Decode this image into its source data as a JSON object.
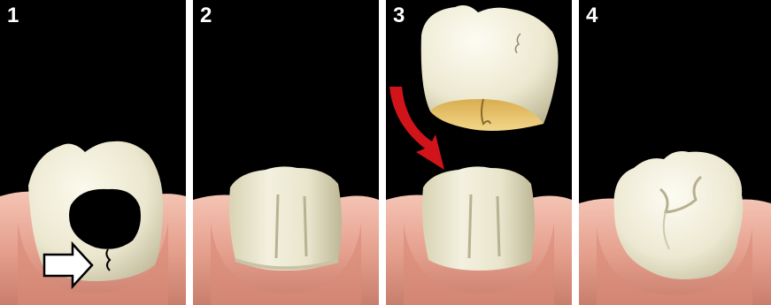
{
  "steps": [
    {
      "number": "1",
      "title": "",
      "description": ""
    },
    {
      "number": "2",
      "title": "",
      "description": ""
    },
    {
      "number": "3",
      "title": "",
      "description": ""
    },
    {
      "number": "4",
      "title": "",
      "description": ""
    }
  ],
  "colors": {
    "background": "#000000",
    "gum": "#e6a18f",
    "gum_highlight": "#f4c2b3",
    "gum_shadow": "#b86f5f",
    "tooth": "#eeebd7",
    "tooth_shadow": "#c9c3a6",
    "arrow_red": "#d0141a",
    "cavity": "#000000",
    "crown_interior": "#e6c168"
  },
  "icons": [
    "decay-cavity",
    "pointer-arrow-icon",
    "curved-arrow-icon",
    "dental-crown"
  ]
}
